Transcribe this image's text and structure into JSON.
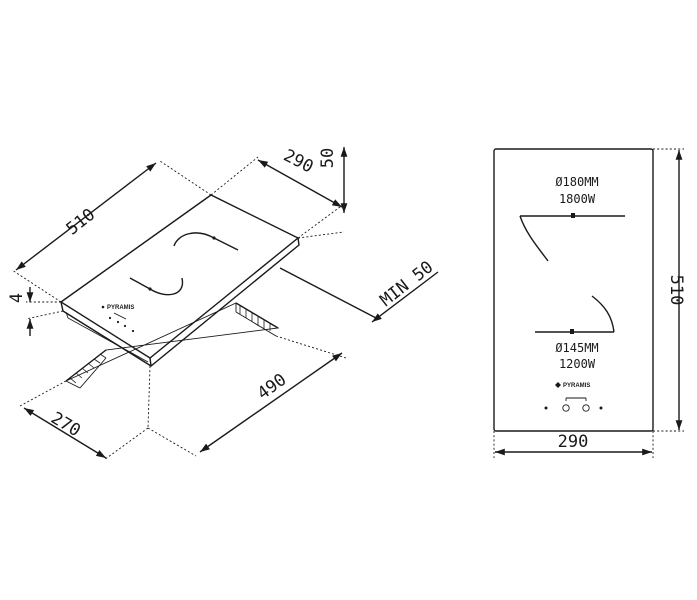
{
  "isometric": {
    "dims": {
      "length": "510",
      "width": "290",
      "height_top": "50",
      "thickness": "4",
      "clearance": "MIN 50",
      "cutout_width": "270",
      "cutout_length": "490"
    },
    "brand": "PYRAMIS"
  },
  "plan": {
    "zone_top": {
      "diameter": "Ø180MM",
      "power": "1800W"
    },
    "zone_bottom": {
      "diameter": "Ø145MM",
      "power": "1200W"
    },
    "brand": "PYRAMIS",
    "dims": {
      "height": "510",
      "width": "290"
    }
  },
  "colors": {
    "line": "#1a1a1a",
    "background": "#ffffff"
  }
}
